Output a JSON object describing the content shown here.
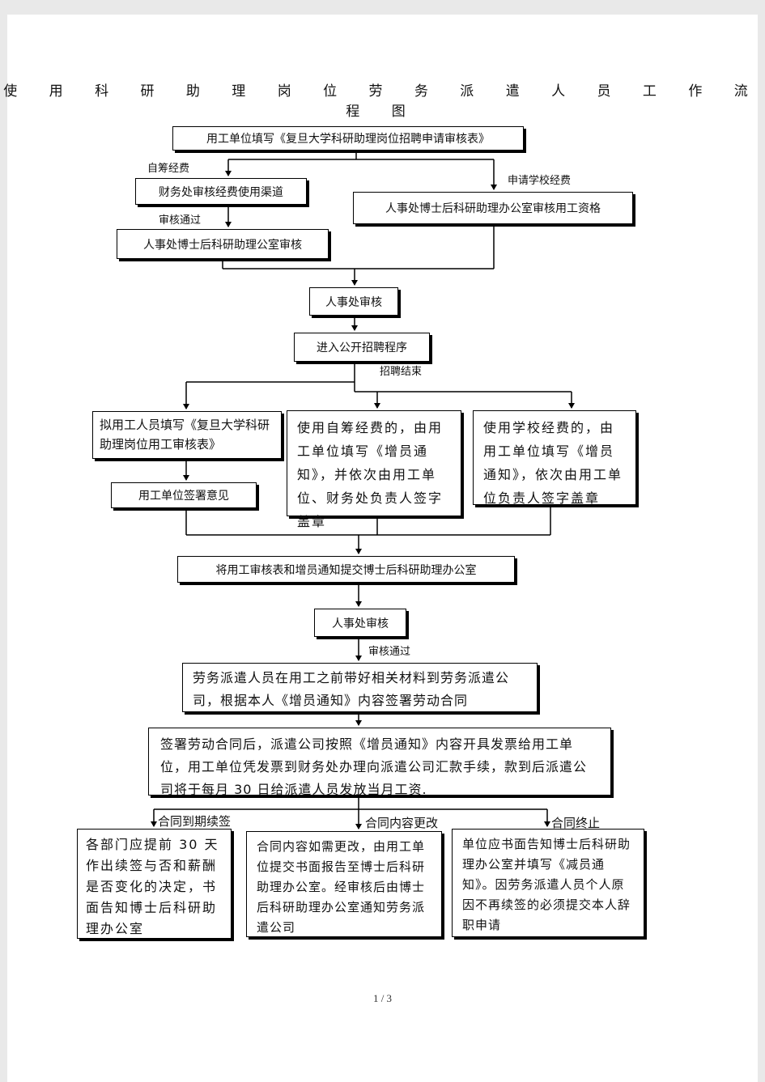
{
  "title": "使 用 科 研 助 理 岗 位 劳 务 派 遣 人 员 工 作 流 程 图",
  "boxes": {
    "b1": "用工单位填写《复旦大学科研助理岗位招聘申请审核表》",
    "b2": "财务处审核经费使用渠道",
    "b3": "人事处博士后科研助理办公室审核用工资格",
    "b4": "人事处博士后科研助理公室审核",
    "b5": "人事处审核",
    "b6": "进入公开招聘程序",
    "b7": "拟用工人员填写《复旦大学科研助理岗位用工审核表》",
    "b8": "使用自筹经费的，由用工单位填写《增员通知》，并依次由用工单位、财务处负责人签字盖章",
    "b9": "使用学校经费的，由用工单位填写《增员通知》，依次由用工单位负责人签字盖章",
    "b10": "用工单位签署意见",
    "b11": "将用工审核表和增员通知提交博士后科研助理办公室",
    "b12": "人事处审核",
    "b13": "劳务派遣人员在用工之前带好相关材料到劳务派遣公司，根据本人《增员通知》内容签署劳动合同",
    "b14": "签署劳动合同后，派遣公司按照《增员通知》内容开具发票给用工单位，用工单位凭发票到财务处办理向派遣公司汇款手续，款到后派遣公司将于每月 30 日给派遣人员发放当月工资.",
    "b15": "各部门应提前 30 天作出续签与否和薪酬是否变化的决定，书面告知博士后科研助理办公室",
    "b16": "合同内容如需更改，由用工单位提交书面报告至博士后科研助理办公室。经审核后由博士后科研助理办公室通知劳务派遣公司",
    "b17": "单位应书面告知博士后科研助理办公室并填写《减员通知》。因劳务派遣人员个人原因不再续签的必须提交本人辞职申请"
  },
  "labels": {
    "self_funded": "自筹经费",
    "school_funds": "申请学校经费",
    "approved": "审核通过",
    "recruit_end": "招聘结束",
    "approved2": "审核通过",
    "renew": "合同到期续签",
    "change": "合同内容更改",
    "terminate": "合同终止"
  },
  "page_number": "1 / 3"
}
